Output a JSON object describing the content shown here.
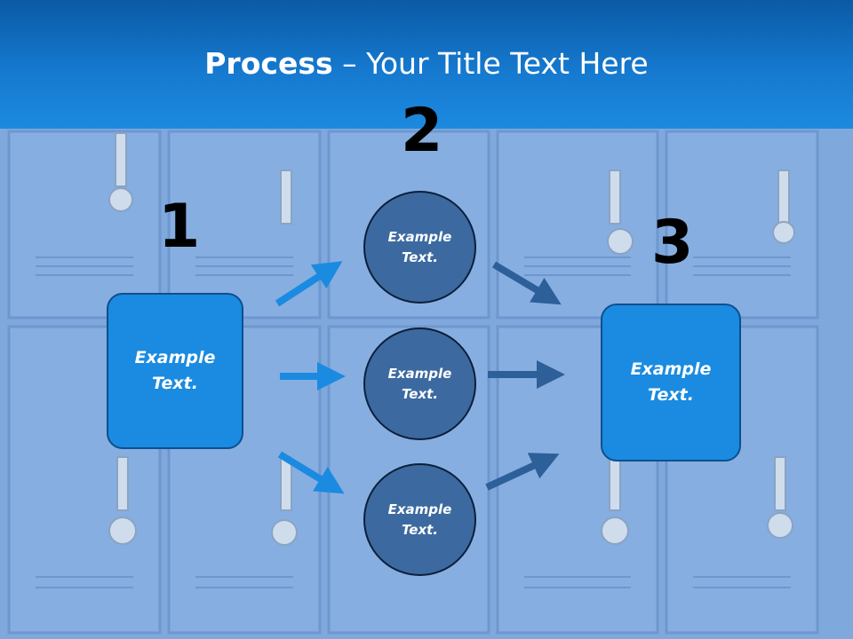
{
  "title": {
    "bold": "Process",
    "rest": " – Your Title Text Here"
  },
  "steps": [
    {
      "number": "1",
      "text": [
        "Example",
        "Text."
      ]
    },
    {
      "number": "2",
      "nodes": [
        [
          "Example",
          "Text."
        ],
        [
          "Example",
          "Text."
        ],
        [
          "Example",
          "Text."
        ]
      ]
    },
    {
      "number": "3",
      "text": [
        "Example",
        "Text."
      ]
    }
  ],
  "colors": {
    "header": "#1579cf",
    "box": "#1a8be0",
    "circle": "#3c6aa0",
    "arrow_light": "#1a8be0",
    "arrow_dark": "#2d5f99"
  }
}
